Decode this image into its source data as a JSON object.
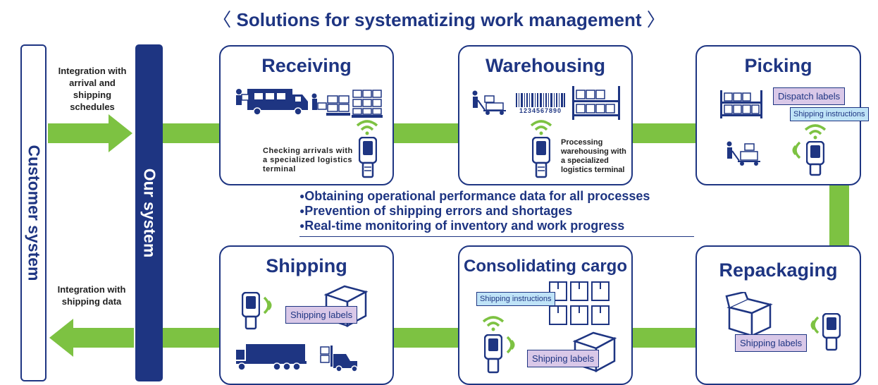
{
  "title": "Solutions for systematizing work management",
  "left_bracket": "〈",
  "right_bracket": "〉",
  "customer_system": "Customer system",
  "our_system": "Our system",
  "integration_top": "Integration with arrival and shipping schedules",
  "integration_bottom": "Integration with shipping data",
  "processes": {
    "receiving": {
      "title": "Receiving",
      "note": "Checking arrivals with a specialized logistics terminal"
    },
    "warehousing": {
      "title": "Warehousing",
      "note": "Processing warehousing with a specialized logistics terminal",
      "barcode": "1234567890"
    },
    "picking": {
      "title": "Picking",
      "dispatch_label": "Dispatch labels",
      "shipping_instructions": "Shipping instructions"
    },
    "repackaging": {
      "title": "Repackaging",
      "shipping_labels": "Shipping labels"
    },
    "consolidating": {
      "title": "Consolidating cargo",
      "shipping_instructions": "Shipping instructions",
      "shipping_labels": "Shipping labels"
    },
    "shipping": {
      "title": "Shipping",
      "shipping_labels": "Shipping labels"
    }
  },
  "benefits": [
    "Obtaining operational performance data for all processes",
    "Prevention of shipping errors and shortages",
    "Real-time monitoring of inventory and work progress"
  ],
  "colors": {
    "navy": "#1e3582",
    "green": "#7dc242",
    "label_purple": "#d9c8e8",
    "label_blue": "#bfe3f7"
  }
}
